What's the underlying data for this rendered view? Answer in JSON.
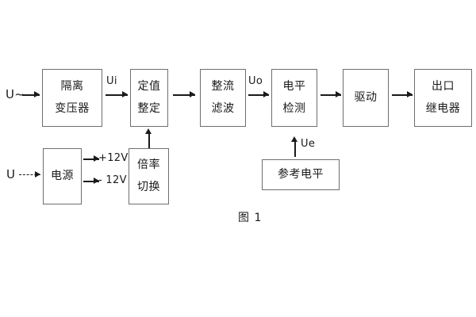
{
  "diagram": {
    "caption": "图 1",
    "blocks": [
      {
        "id": "isolation-transformer",
        "lines": [
          "隔离",
          "变压器"
        ]
      },
      {
        "id": "setting-value",
        "lines": [
          "定值",
          "整定"
        ]
      },
      {
        "id": "rectify-filter",
        "lines": [
          "整流",
          "滤波"
        ]
      },
      {
        "id": "level-detection",
        "lines": [
          "电平",
          "检测"
        ]
      },
      {
        "id": "drive",
        "lines": [
          "驱动"
        ]
      },
      {
        "id": "output-relay",
        "lines": [
          "出口",
          "继电器"
        ]
      },
      {
        "id": "power-supply",
        "lines": [
          "电源"
        ]
      },
      {
        "id": "multiplier-switch",
        "lines": [
          "倍率",
          "切换"
        ]
      },
      {
        "id": "reference-level",
        "lines": [
          "参考电平"
        ]
      }
    ],
    "signals": {
      "ac_input": "U~",
      "dc_input": "U",
      "ui": "Ui",
      "uo": "Uo",
      "ue": "Ue",
      "pos12v": "+12V",
      "neg12v": "- 12V"
    }
  }
}
